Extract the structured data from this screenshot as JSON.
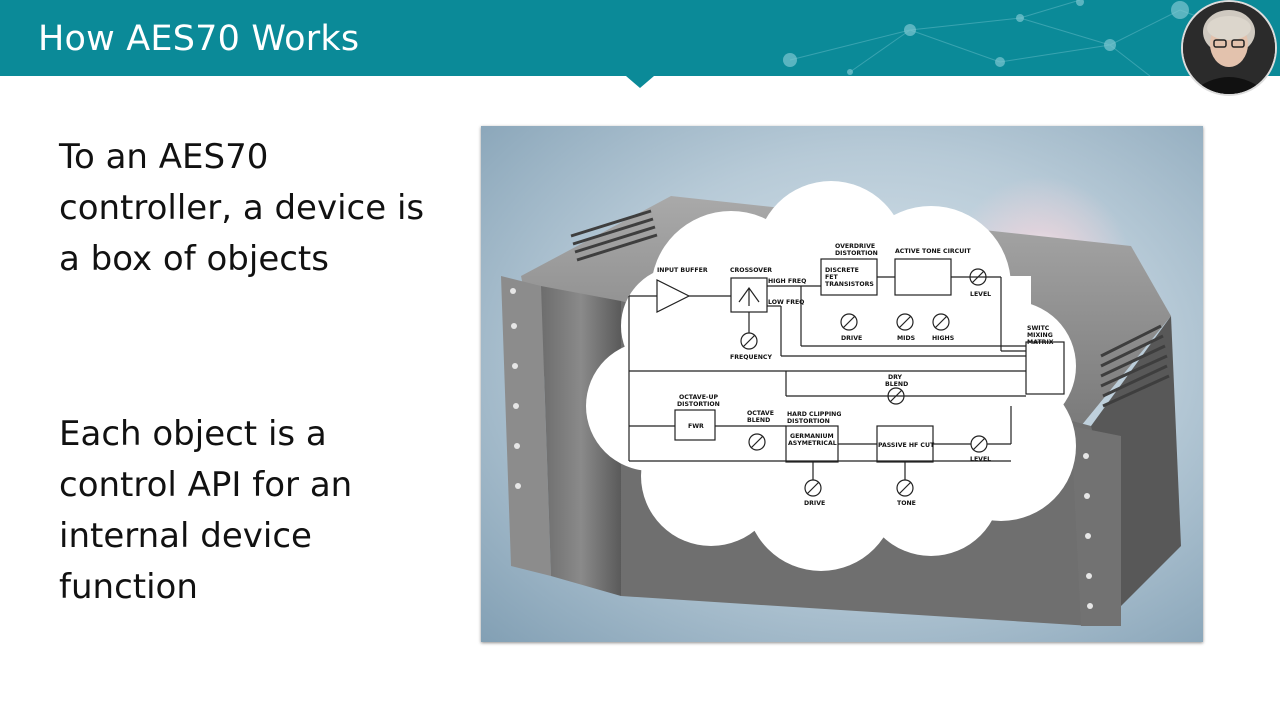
{
  "slide": {
    "title": "How AES70 Works",
    "bullets": [
      "To an AES70 controller, a device is a box of objects",
      "Each object is a control API for an internal device function"
    ]
  },
  "colors": {
    "header": "#0b8a98",
    "text": "#111111",
    "background": "#ffffff"
  },
  "diagram": {
    "labels": {
      "input_buffer": "INPUT BUFFER",
      "crossover": "CROSSOVER",
      "high_freq": "HIGH FREQ",
      "low_freq": "LOW FREQ",
      "frequency": "FREQUENCY",
      "overdrive_1": "OVERDRIVE",
      "overdrive_2": "DISTORTION",
      "discrete_1": "DISCRETE",
      "discrete_2": "FET",
      "discrete_3": "TRANSISTORS",
      "active_tone": "ACTIVE TONE CIRCUIT",
      "level_top": "LEVEL",
      "drive_top": "DRIVE",
      "mids": "MIDS",
      "highs": "HIGHS",
      "switch_1": "SWITC",
      "switch_2": "MIXING",
      "switch_3": "MATRIX",
      "dry_1": "DRY",
      "dry_2": "BLEND",
      "octave_up_1": "OCTAVE-UP",
      "octave_up_2": "DISTORTION",
      "fwr": "FWR",
      "octave_blend_1": "OCTAVE",
      "octave_blend_2": "BLEND",
      "hard_clip_1": "HARD CLIPPING",
      "hard_clip_2": "DISTORTION",
      "germanium_1": "GERMANIUM",
      "germanium_2": "ASYMETRICAL",
      "passive_hf": "PASSIVE HF CUT",
      "level_bottom": "LEVEL",
      "drive_bottom": "DRIVE",
      "tone": "TONE"
    }
  }
}
